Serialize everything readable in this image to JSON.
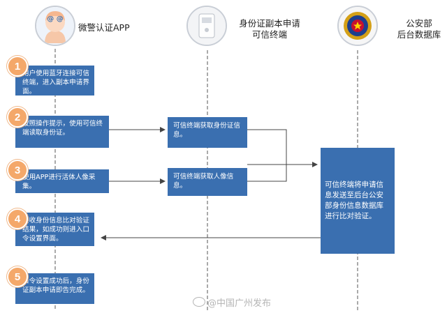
{
  "columns": {
    "app": {
      "title": "微警认证APP",
      "avatar_text": "@ @"
    },
    "terminal": {
      "title_line1": "身份证副本申请",
      "title_line2": "可信终端"
    },
    "police": {
      "title_line1": "公安部",
      "title_line2": "后台数据库"
    }
  },
  "steps": [
    {
      "number": "1",
      "text": "用户使用蓝牙连接可信终端，进入副本申请界面。"
    },
    {
      "number": "2",
      "text": "按照操作提示，使用可信终端读取身份证。"
    },
    {
      "number": "3",
      "text": "使用APP进行活体人像采集。"
    },
    {
      "number": "4",
      "text": "接收身份信息比对验证结果，如成功则进入口令设置界面。"
    },
    {
      "number": "5",
      "text": "口令设置成功后，身份证副本申请即告完成。"
    }
  ],
  "terminal_boxes": [
    {
      "text": "可信终端获取身份证信息。"
    },
    {
      "text": "可信终端获取人像信息。"
    }
  ],
  "backend_box": {
    "text": "可信终端将申请信息发送至后台公安部身份信息数据库进行比对验证。"
  },
  "watermark": {
    "text": "@中国广州发布"
  },
  "colors": {
    "box_blue": "#3a6fb0",
    "number_orange": "#f4a86a",
    "line_gray": "#555555"
  }
}
